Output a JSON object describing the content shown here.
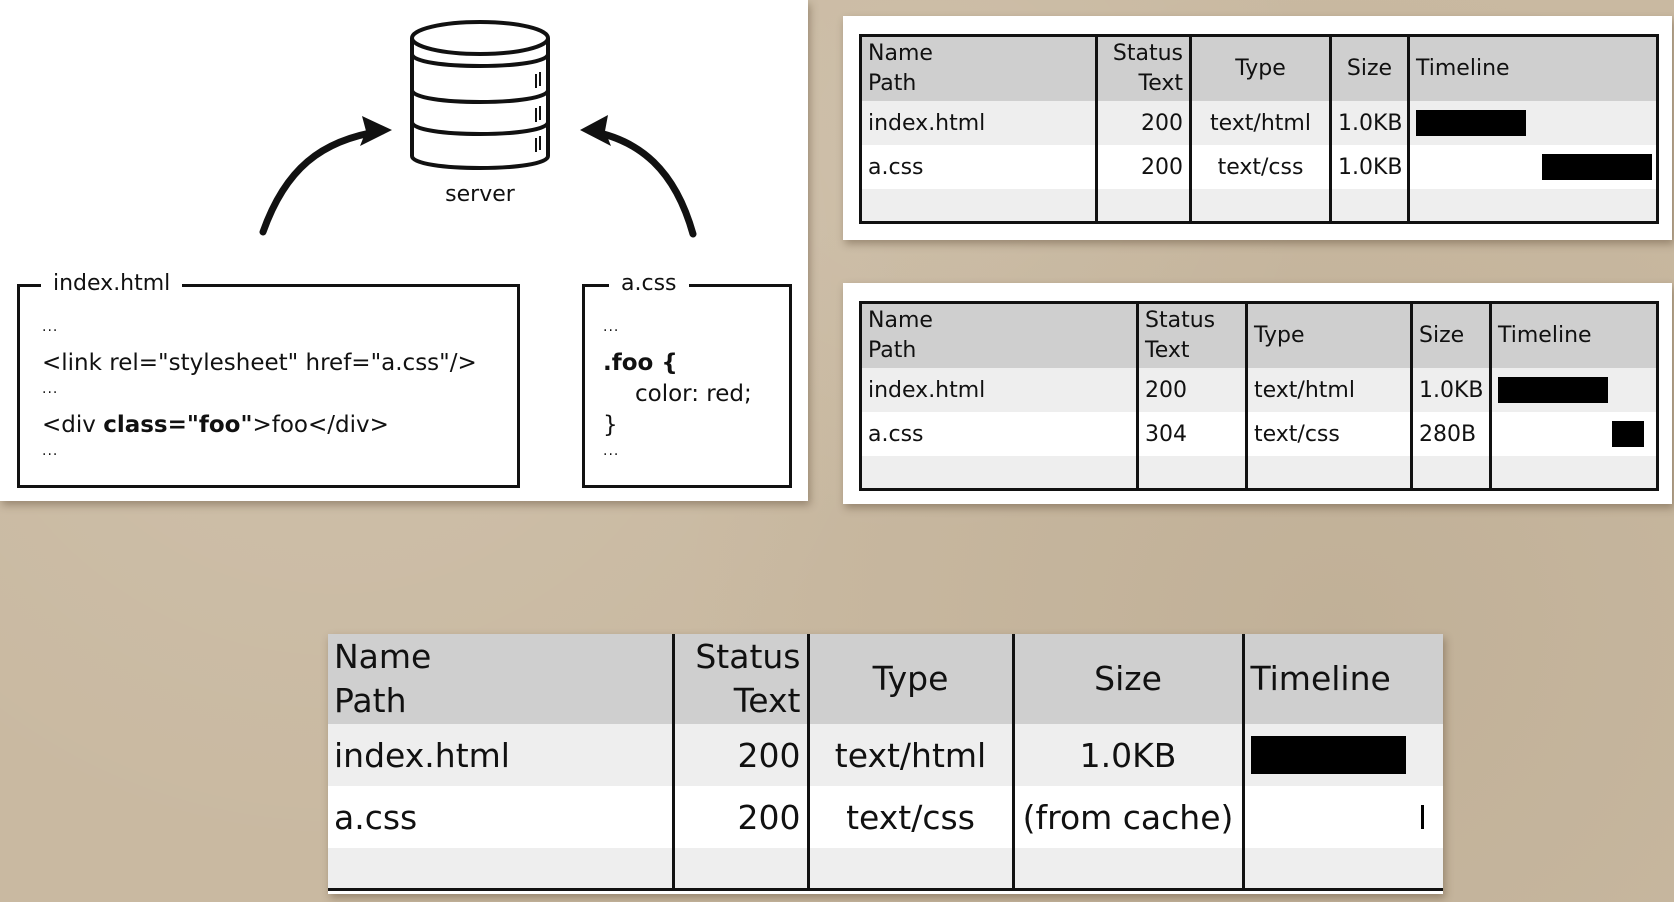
{
  "diagram": {
    "server_label": "server",
    "index_file": {
      "title": "index.html",
      "lines": [
        "...",
        "<link rel=\"stylesheet\" href=\"a.css\"/>",
        "...",
        "<div ",
        "class=\"foo\"",
        ">foo</div>",
        "..."
      ]
    },
    "css_file": {
      "title": "a.css",
      "lines": [
        "...",
        ".foo {",
        "color: red;",
        "}",
        "..."
      ]
    }
  },
  "table_top": {
    "headers": [
      "Name\nPath",
      "Status\nText",
      "Type",
      "Size",
      "Timeline"
    ],
    "rows": [
      {
        "name": "index.html",
        "status": "200",
        "type": "text/html",
        "size": "1.0KB"
      },
      {
        "name": "a.css",
        "status": "200",
        "type": "text/css",
        "size": "1.0KB"
      }
    ]
  },
  "table_middle": {
    "headers": [
      "Name\nPath",
      "Status\nText",
      "Type",
      "Size",
      "Timeline"
    ],
    "rows": [
      {
        "name": "index.html",
        "status": "200",
        "type": "text/html",
        "size": "1.0KB"
      },
      {
        "name": "a.css",
        "status": "304",
        "type": "text/css",
        "size": "280B"
      }
    ]
  },
  "table_bottom": {
    "headers": [
      "Name\nPath",
      "Status\nText",
      "Type",
      "Size",
      "Timeline"
    ],
    "rows": [
      {
        "name": "index.html",
        "status": "200",
        "type": "text/html",
        "size": "1.0KB"
      },
      {
        "name": "a.css",
        "status": "200",
        "type": "text/css",
        "size": "(from cache)"
      }
    ]
  },
  "icons": {
    "server": "database-icon",
    "arrows": "curved-arrow-icon"
  },
  "colors": {
    "background": "#c9b9a1",
    "header_row": "#cfcfcf",
    "stripe_row": "#eeeeee",
    "timeline_bar": "#000000"
  }
}
